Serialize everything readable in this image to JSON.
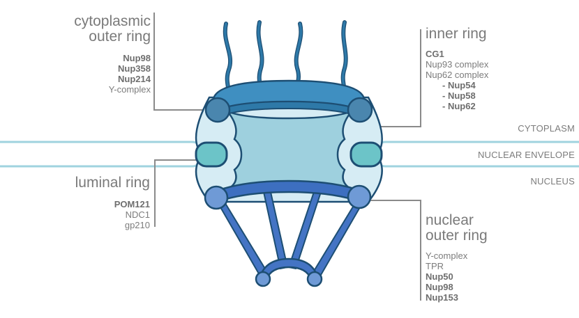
{
  "colors": {
    "membrane": "#9fd3df",
    "outer_ring_dark": "#2e79a8",
    "outer_ring_mid": "#3f8fc1",
    "node_top": "#4a86ae",
    "central_channel": "#9ed0de",
    "pore_light": "#d6ecf4",
    "luminal_node": "#6cc4c8",
    "nuclear_ring": "#3d6fc0",
    "nuclear_node": "#6f9ad6",
    "basket": "#4474c4",
    "stroke": "#1d4e73",
    "leader_line": "#8a8a8a",
    "text": "#7c7c7c"
  },
  "labels": {
    "cytoplasmic": {
      "title": [
        "cytoplasmic",
        "outer ring"
      ],
      "items": [
        {
          "text": "Nup98",
          "bold": true
        },
        {
          "text": "Nup358",
          "bold": true
        },
        {
          "text": "Nup214",
          "bold": true
        },
        {
          "text": "Y-complex",
          "bold": false
        }
      ]
    },
    "inner": {
      "title": [
        "inner ring"
      ],
      "items": [
        {
          "text": "CG1",
          "bold": true
        },
        {
          "text": "Nup93 complex",
          "bold": false
        },
        {
          "text": "Nup62 complex",
          "bold": false
        },
        {
          "text": "- Nup54",
          "bold": true,
          "indent": true
        },
        {
          "text": "- Nup58",
          "bold": true,
          "indent": true
        },
        {
          "text": "- Nup62",
          "bold": true,
          "indent": true
        }
      ]
    },
    "luminal": {
      "title": [
        "luminal ring"
      ],
      "items": [
        {
          "text": "POM121",
          "bold": true
        },
        {
          "text": "NDC1",
          "bold": false
        },
        {
          "text": "gp210",
          "bold": false
        }
      ]
    },
    "nuclear": {
      "title": [
        "nuclear",
        "outer ring"
      ],
      "items": [
        {
          "text": "Y-complex",
          "bold": false
        },
        {
          "text": "TPR",
          "bold": false
        },
        {
          "text": "Nup50",
          "bold": true
        },
        {
          "text": "Nup98",
          "bold": true
        },
        {
          "text": "Nup153",
          "bold": true
        }
      ]
    }
  },
  "regions": {
    "cytoplasm": "CYTOPLASM",
    "envelope": "NUCLEAR ENVELOPE",
    "nucleus": "NUCLEUS"
  }
}
